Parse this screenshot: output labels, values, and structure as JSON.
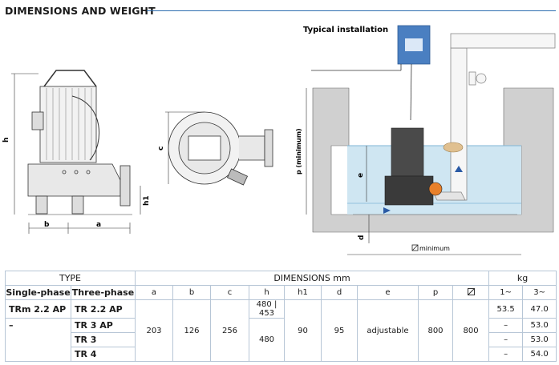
{
  "header": {
    "title": "DIMENSIONS AND WEIGHT"
  },
  "installation": {
    "caption": "Typical installation",
    "p_label": "p (minimum)",
    "diameter_label": "minimum"
  },
  "dimension_letters": {
    "a": "a",
    "b": "b",
    "c": "c",
    "h": "h",
    "h1": "h1",
    "e": "e",
    "d": "d"
  },
  "table": {
    "type_header": "TYPE",
    "dimensions_header": "DIMENSIONS mm",
    "kg_header": "kg",
    "single_phase_header": "Single-phase",
    "three_phase_header": "Three-phase",
    "columns": [
      "a",
      "b",
      "c",
      "h",
      "h1",
      "d",
      "e",
      "p"
    ],
    "phase_1": "1~",
    "phase_3": "3~",
    "rows": [
      {
        "single": "TRm 2.2 AP",
        "three": "TR 2.2 AP",
        "kg1": "53.5",
        "kg3": "47.0"
      },
      {
        "single": "–",
        "three": "TR 3 AP",
        "kg1": "–",
        "kg3": "53.0"
      },
      {
        "single": "",
        "three": "TR 3",
        "kg1": "–",
        "kg3": "53.0"
      },
      {
        "single": "",
        "three": "TR 4",
        "kg1": "–",
        "kg3": "54.0"
      }
    ],
    "shared": {
      "a": "203",
      "b": "126",
      "c": "256",
      "h_first_a": "480",
      "h_first_b": "453",
      "h_rest": "480",
      "h1": "90",
      "d": "95",
      "e": "adjustable",
      "p": "800",
      "diameter": "800"
    }
  }
}
